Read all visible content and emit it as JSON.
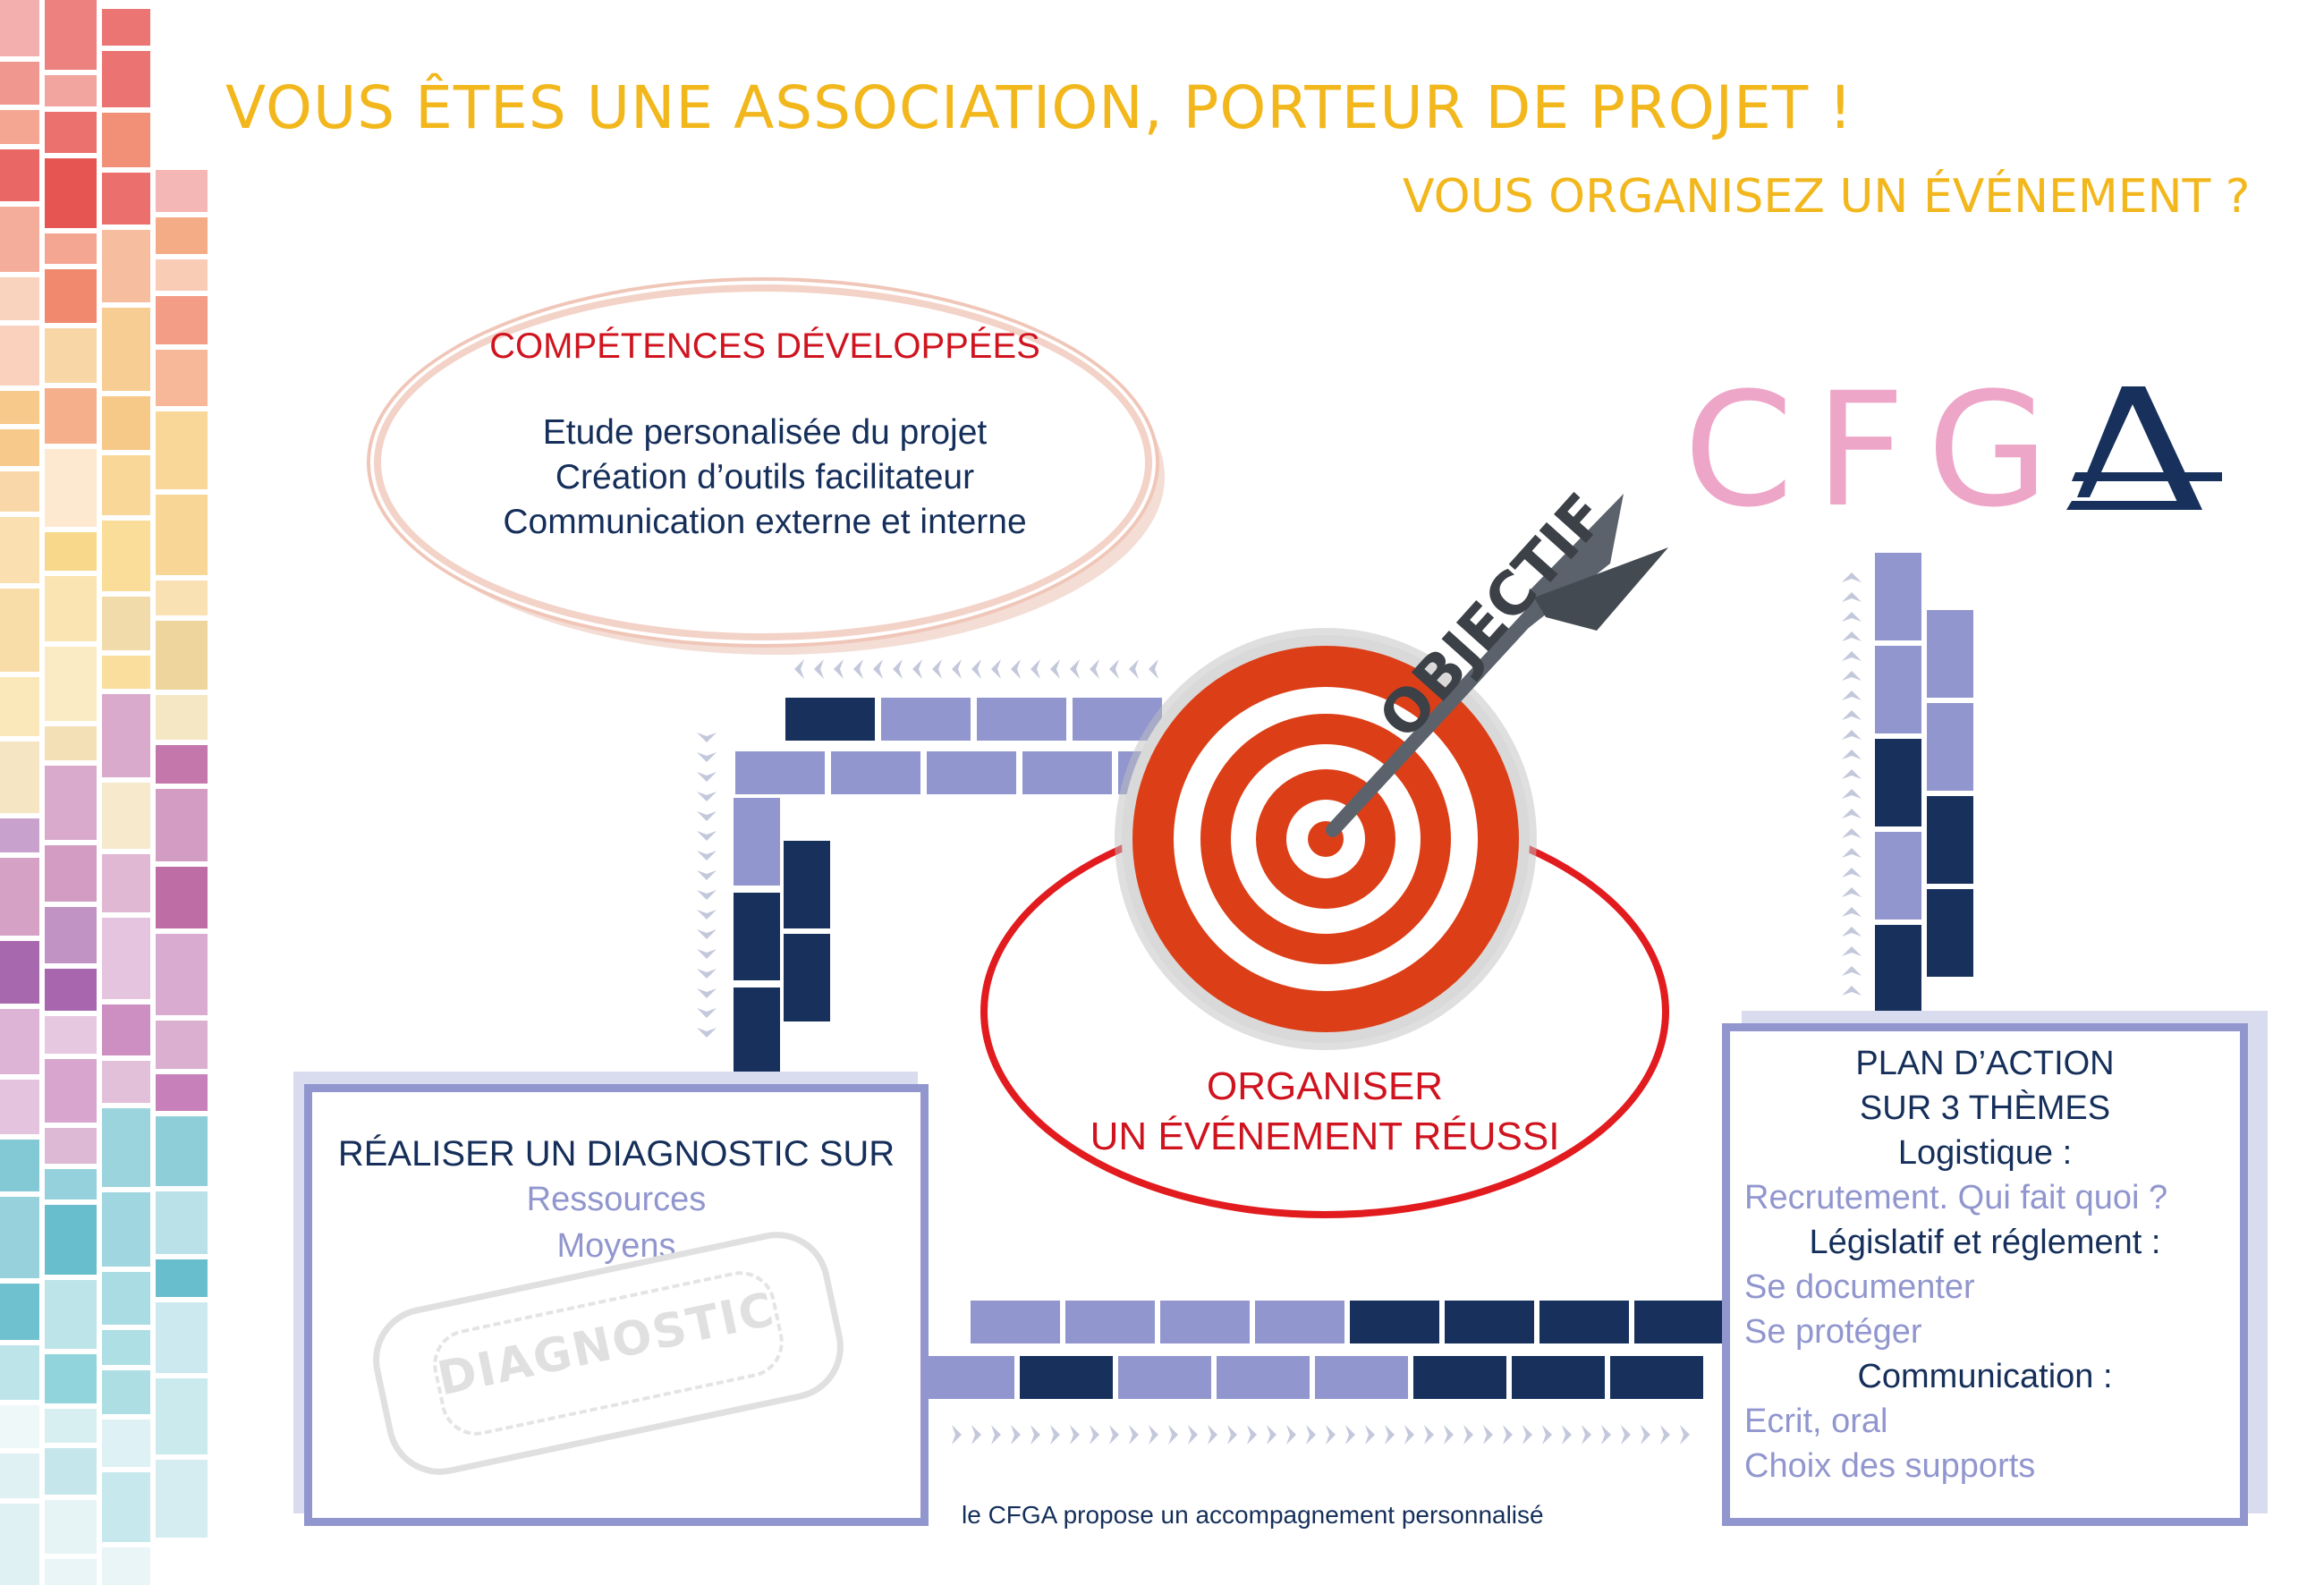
{
  "headline": {
    "title": "VOUS ÊTES UNE ASSOCIATION, PORTEUR DE PROJET !",
    "subtitle": "VOUS ORGANISEZ UN ÉVÉNEMENT ?"
  },
  "competences": {
    "title": "COMPÉTENCES DÉVELOPPÉES",
    "items": [
      "Etude personalisée du projet",
      "Création d’outils facilitateur",
      "Communication externe et interne"
    ]
  },
  "logo": {
    "text": "CFG",
    "monogram": "A"
  },
  "goal": {
    "arrow_label": "OBJECTIF",
    "line1": "ORGANISER",
    "line2": "UN ÉVÉNEMENT RÉUSSI"
  },
  "diagnostic": {
    "title": "RÉALISER UN DIAGNOSTIC SUR",
    "items": [
      "Ressources",
      "Moyens"
    ],
    "stamp": "DIAGNOSTIC"
  },
  "plan": {
    "title1": "PLAN D’ACTION",
    "title2": "SUR 3 THÈMES",
    "logistique": "Logistique :",
    "logistique_item": "Recrutement. Qui fait quoi ?",
    "legislatif": "Législatif et réglement :",
    "legislatif_items": [
      "Se documenter",
      "Se protéger"
    ],
    "communication": "Communication :",
    "communication_items": [
      "Ecrit, oral",
      "Choix des supports"
    ]
  },
  "footer": "le CFGA propose un accompagnement personnalisé",
  "colors": {
    "headline": "#f2b71c",
    "red": "#d0141f",
    "navy": "#152f5a",
    "lavender": "#9196ce",
    "pink": "#eea6c8",
    "arrow_grey": "#5b626b"
  }
}
